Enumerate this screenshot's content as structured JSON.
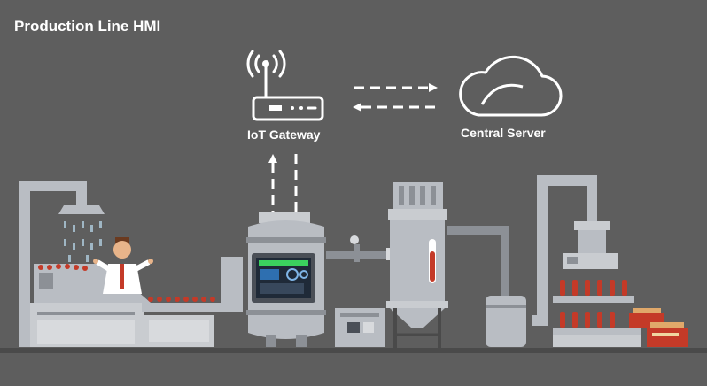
{
  "title": "Production Line HMI",
  "iot_gateway": {
    "label": "IoT Gateway",
    "icon": "router-icon"
  },
  "central_server": {
    "label": "Central Server",
    "icon": "cloud-icon"
  },
  "colors": {
    "background": "#5e5e5e",
    "machine": "#b9bdc3",
    "machine_dark": "#8c9096",
    "bottle": "#c43a28",
    "screen": "#1f2a38",
    "screen_accent": "#3bd15e"
  }
}
